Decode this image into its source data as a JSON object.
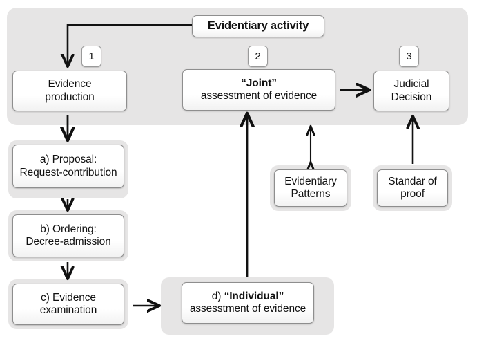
{
  "diagram": {
    "title": "Evidentiary activity",
    "stage_badges": [
      "1",
      "2",
      "3"
    ],
    "colors": {
      "panel_gray": "#e6e5e5",
      "box_fill": "#ffffff",
      "box_border": "#8e8e8e",
      "arrow": "#111111",
      "text": "#111111"
    },
    "nodes": {
      "evidence_production": {
        "line1": "Evidence",
        "line2": "production"
      },
      "joint_assessment": {
        "line1": "“Joint”",
        "line2": "assesstment of evidence"
      },
      "judicial_decision": {
        "line1": "Judicial",
        "line2": "Decision"
      },
      "proposal": {
        "line1": "a) Proposal:",
        "line2": "Request-contribution"
      },
      "ordering": {
        "line1": "b) Ordering:",
        "line2": "Decree-admission"
      },
      "evidence_examination": {
        "line1": "c) Evidence",
        "line2": "examination"
      },
      "individual_assessment": {
        "line1_prefix": "d) ",
        "line1_strong": "“Individual”",
        "line2": "assesstment of evidence"
      },
      "evidentiary_patterns": {
        "line1": "Evidentiary",
        "line2": "Patterns"
      },
      "standard_of_proof": {
        "line1": "Standar of",
        "line2": "proof"
      }
    },
    "edges": [
      {
        "name": "title-to-evidence-production",
        "from": "Evidentiary activity",
        "to": "Evidence production",
        "style": "elbow-arrow"
      },
      {
        "name": "joint-to-judicial",
        "from": "“Joint” assesstment of evidence",
        "to": "Judicial Decision",
        "style": "arrow"
      },
      {
        "name": "evidence-production-to-proposal",
        "from": "Evidence production",
        "to": "a) Proposal: Request-contribution",
        "style": "arrow"
      },
      {
        "name": "proposal-to-ordering",
        "from": "a) Proposal: Request-contribution",
        "to": "b) Ordering: Decree-admission",
        "style": "arrow"
      },
      {
        "name": "ordering-to-examination",
        "from": "b) Ordering: Decree-admission",
        "to": "c) Evidence examination",
        "style": "arrow"
      },
      {
        "name": "examination-to-individual",
        "from": "c) Evidence examination",
        "to": "d) “Individual” assesstment of evidence",
        "style": "arrow"
      },
      {
        "name": "individual-to-joint",
        "from": "d) “Individual” assesstment of evidence",
        "to": "“Joint” assesstment of evidence",
        "style": "arrow"
      },
      {
        "name": "patterns-joint-bidirectional",
        "from": "Evidentiary Patterns",
        "to": "“Joint” assesstment of evidence",
        "style": "double-arrow"
      },
      {
        "name": "standard-to-judicial",
        "from": "Standar of proof",
        "to": "Judicial Decision",
        "style": "arrow"
      }
    ]
  }
}
